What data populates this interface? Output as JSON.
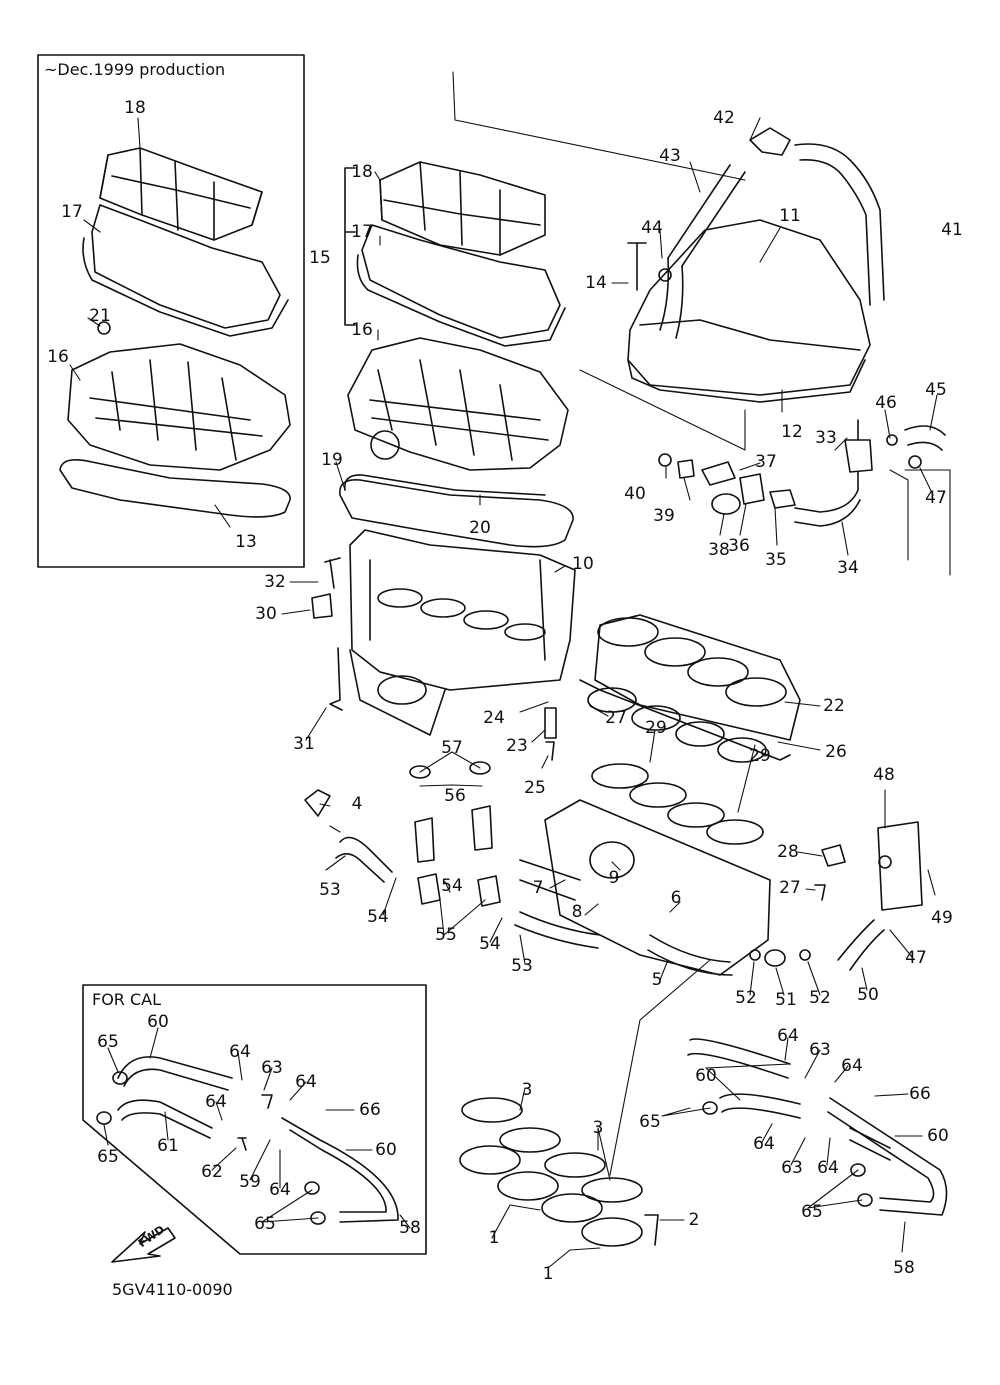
{
  "boxes": {
    "inset_top_caption": "~Dec.1999 production",
    "inset_bottom_caption": "FOR CAL"
  },
  "fwd_label": "FWD",
  "diagram_code": "5GV4110-0090",
  "callouts": [
    "1",
    "2",
    "3",
    "4",
    "5",
    "6",
    "7",
    "8",
    "9",
    "10",
    "11",
    "12",
    "13",
    "14",
    "15",
    "16",
    "17",
    "18",
    "19",
    "20",
    "21",
    "22",
    "23",
    "24",
    "25",
    "26",
    "27",
    "28",
    "29",
    "30",
    "31",
    "32",
    "33",
    "34",
    "35",
    "36",
    "37",
    "38",
    "39",
    "40",
    "41",
    "42",
    "43",
    "44",
    "45",
    "46",
    "47",
    "48",
    "49",
    "50",
    "51",
    "52",
    "53",
    "54",
    "55",
    "56",
    "57",
    "58",
    "59",
    "60",
    "61",
    "62",
    "63",
    "64",
    "65",
    "66"
  ]
}
